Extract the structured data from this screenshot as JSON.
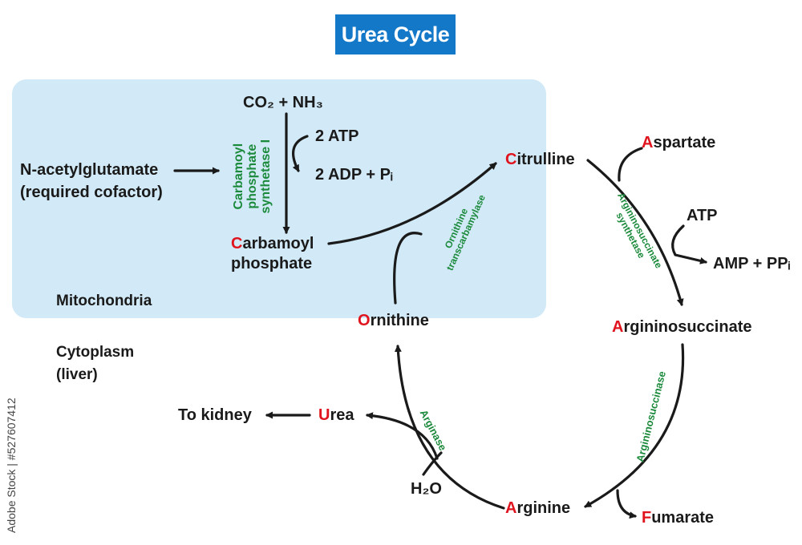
{
  "title": "Urea Cycle",
  "regions": {
    "mitochondria": "Mitochondria",
    "cytoplasm_line1": "Cytoplasm",
    "cytoplasm_line2": "(liver)"
  },
  "inputs": {
    "co2_nh3": "CO₂ + NH₃",
    "atp1": "2 ATP",
    "adp_pi": "2 ADP + Pᵢ",
    "nag_line1": "N-acetylglutamate",
    "nag_line2": "(required cofactor)",
    "atp2": "ATP",
    "amp_ppi": "AMP + PPᵢ",
    "h2o": "H₂O"
  },
  "metabolites": {
    "carbamoyl_cap": "C",
    "carbamoyl_rest": "arbamoyl",
    "carbamoyl_line2": "phosphate",
    "citrulline_cap": "C",
    "citrulline_rest": "itrulline",
    "aspartate_cap": "A",
    "aspartate_rest": "spartate",
    "argininosuccinate_cap": "A",
    "argininosuccinate_rest": "rgininosuccinate",
    "fumarate_cap": "F",
    "fumarate_rest": "umarate",
    "arginine_cap": "A",
    "arginine_rest": "rginine",
    "ornithine_cap": "O",
    "ornithine_rest": "rnithine",
    "urea_cap": "U",
    "urea_rest": "rea",
    "kidney": "To kidney"
  },
  "enzymes": {
    "cps_line1": "Carbamoyl",
    "cps_line2": "phosphate",
    "cps_line3": "synthetase I",
    "otc_line1": "Ornithine",
    "otc_line2": "transcarbamylase",
    "ass_line1": "Argininosuccinate",
    "ass_line2": "synthetase",
    "asl": "Argininosuccinase",
    "arginase": "Arginase"
  },
  "watermark": "Adobe Stock | #527607412",
  "colors": {
    "title_bg": "#1478c8",
    "mitochondria_bg": "#d2eaf7",
    "enzyme_text": "#1c8a3c",
    "highlight_letter": "#e0141e"
  }
}
